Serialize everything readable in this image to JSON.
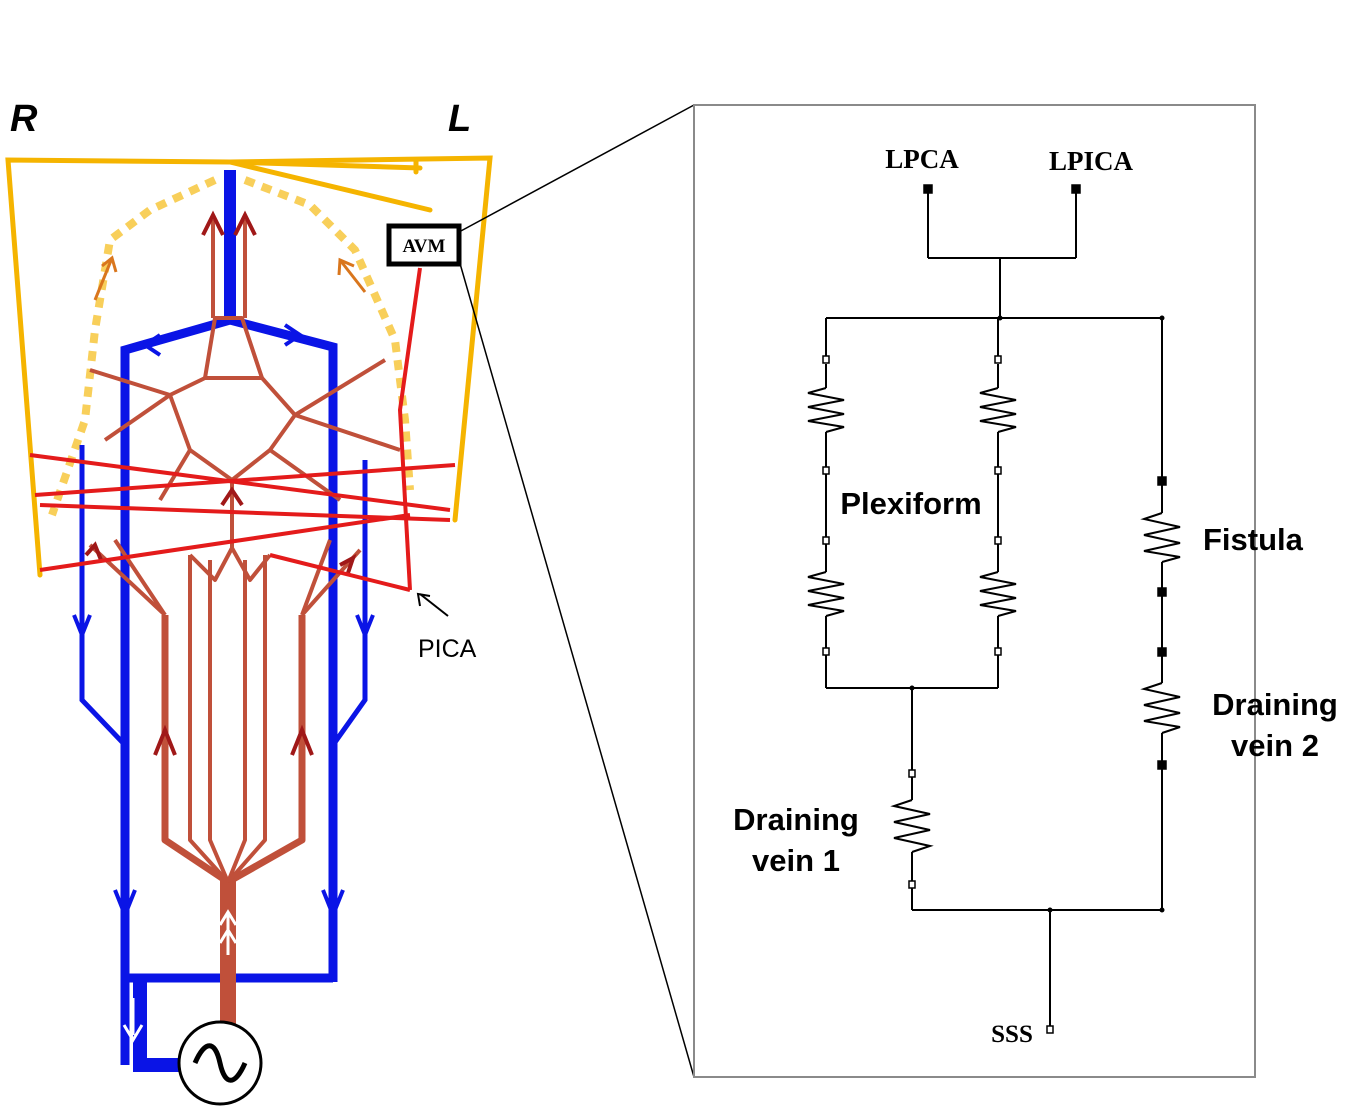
{
  "left_diagram": {
    "side_right": "R",
    "side_left": "L",
    "avm_label": "AVM",
    "pica_label": "PICA",
    "colors": {
      "arteries": "#c0503a",
      "arrow_dark": "#a01818",
      "veins": "#0a14e6",
      "collateral": "#f5b400",
      "collateral_dotted": "#f8cf5a",
      "pica": "#e41b1b"
    }
  },
  "right_diagram": {
    "inputs": [
      "LPCA",
      "LPICA"
    ],
    "plexiform_label": "Plexiform",
    "fistula_label": "Fistula",
    "draining_vein_1": [
      "Draining",
      "vein 1"
    ],
    "draining_vein_2": [
      "Draining",
      "vein 2"
    ],
    "output": "SSS",
    "colors": {
      "wire": "#000000",
      "frame": "#8a8a8a"
    }
  }
}
